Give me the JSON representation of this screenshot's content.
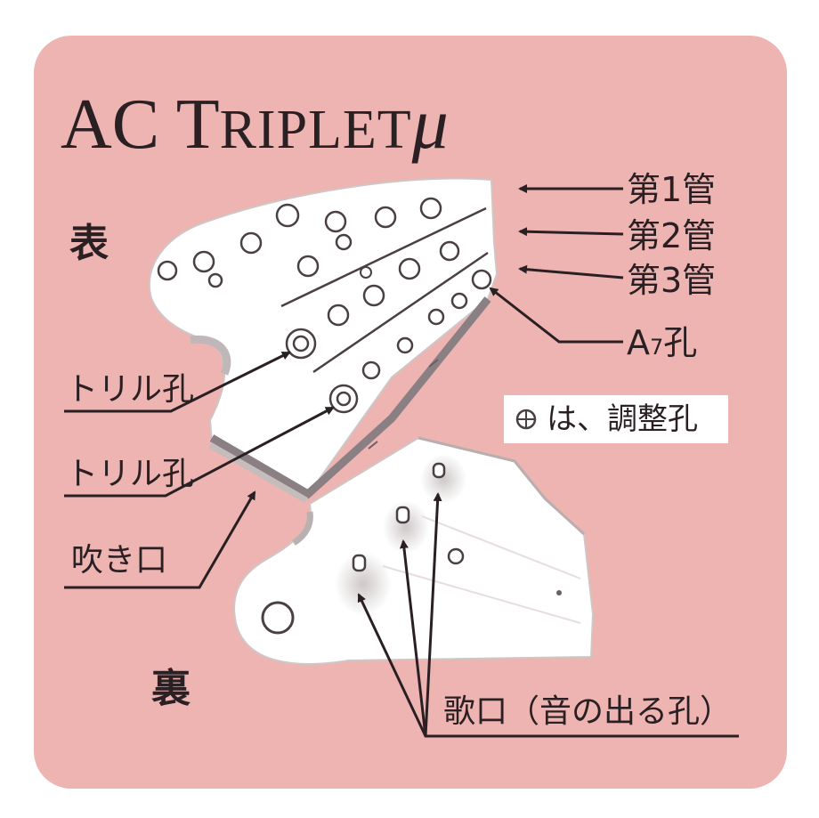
{
  "title": {
    "part1": "AC T",
    "part2": "RIPLET",
    "mu": "μ"
  },
  "labels": {
    "front": "表",
    "back": "裏",
    "tube1": "第1管",
    "tube2": "第2管",
    "tube3": "第3管",
    "a7": "A7孔",
    "a7_base": "A",
    "a7_sub": "7",
    "a7_tail": "孔",
    "trill1": "トリル孔",
    "trill2": "トリル孔",
    "mouthpiece": "吹き口",
    "sound_hole": "歌口（音の出る孔）",
    "note_text": "は、調整孔"
  },
  "icons": {
    "adjust": "adjustment-hole-symbol-icon",
    "arrow": "arrow-icon"
  },
  "colors": {
    "background": "#edb4b1",
    "body": "#ffffff",
    "outline": "#3a3034",
    "text": "#2a2024"
  }
}
